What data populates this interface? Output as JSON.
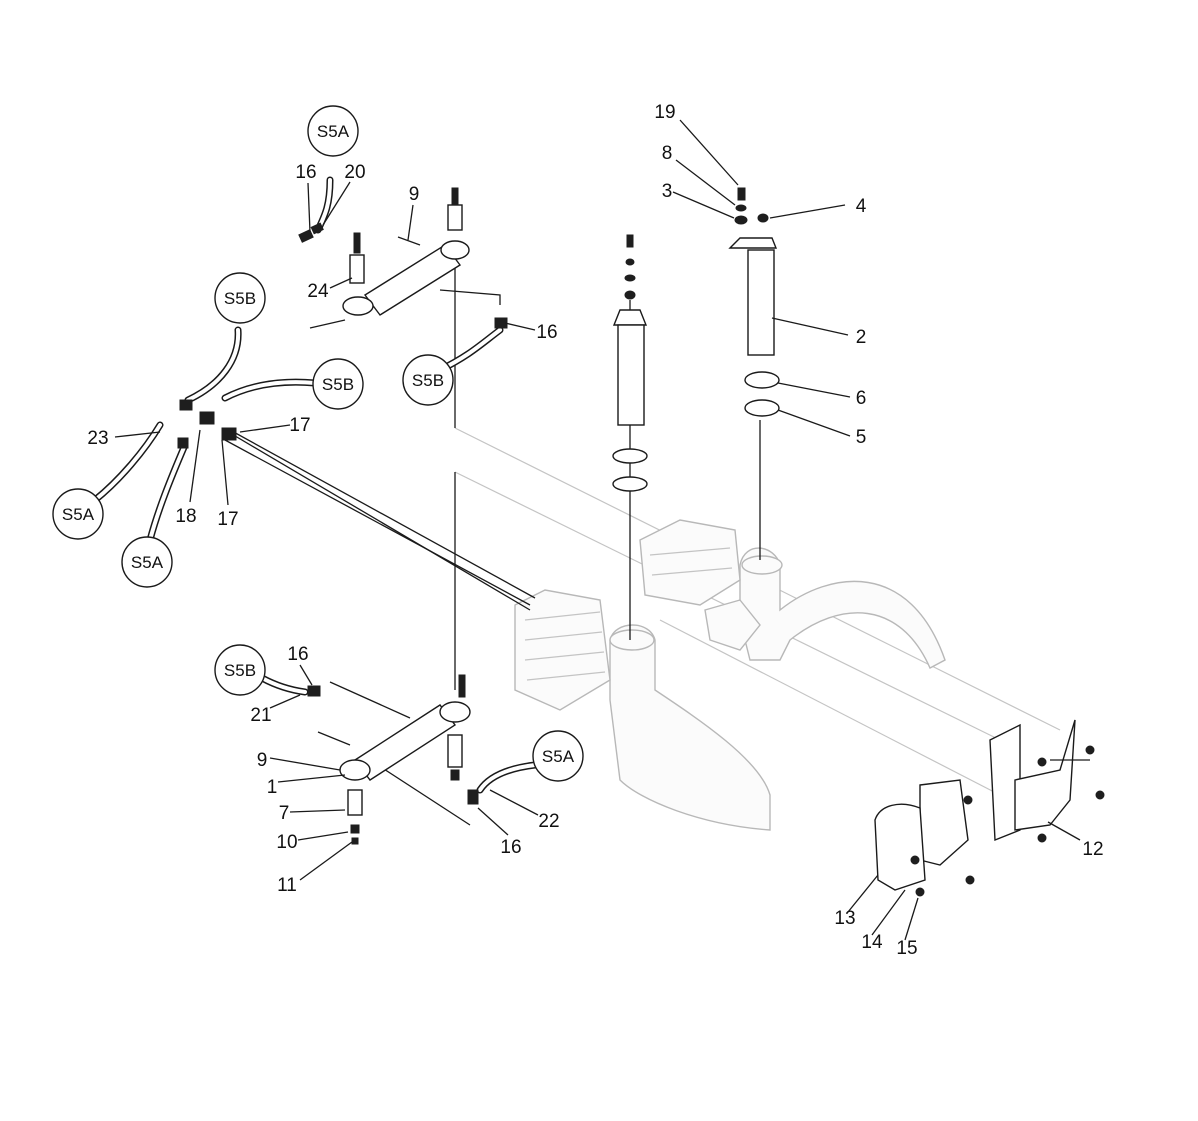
{
  "diagram": {
    "callouts": [
      {
        "id": "s5a-top",
        "text": "S5A"
      },
      {
        "id": "s5b-left-top",
        "text": "S5B"
      },
      {
        "id": "s5b-left-mid",
        "text": "S5B"
      },
      {
        "id": "s5b-center",
        "text": "S5B"
      },
      {
        "id": "s5a-left",
        "text": "S5A"
      },
      {
        "id": "s5a-left-low",
        "text": "S5A"
      },
      {
        "id": "s5b-bottom",
        "text": "S5B"
      },
      {
        "id": "s5a-bottom",
        "text": "S5A"
      }
    ],
    "labels": {
      "n19": "19",
      "n8": "8",
      "n3": "3",
      "n4": "4",
      "n2": "2",
      "n6": "6",
      "n5": "5",
      "n16a": "16",
      "n20": "20",
      "n9a": "9",
      "n24": "24",
      "n16b": "16",
      "n23": "23",
      "n17a": "17",
      "n18": "18",
      "n17b": "17",
      "n16c": "16",
      "n21": "21",
      "n9b": "9",
      "n1": "1",
      "n7": "7",
      "n10": "10",
      "n11": "11",
      "n22": "22",
      "n16d": "16",
      "n12": "12",
      "n13": "13",
      "n14": "14",
      "n15": "15"
    }
  },
  "colors": {
    "line": "#1a1a1a",
    "ghost": "#b8b8b8",
    "background": "#ffffff"
  }
}
